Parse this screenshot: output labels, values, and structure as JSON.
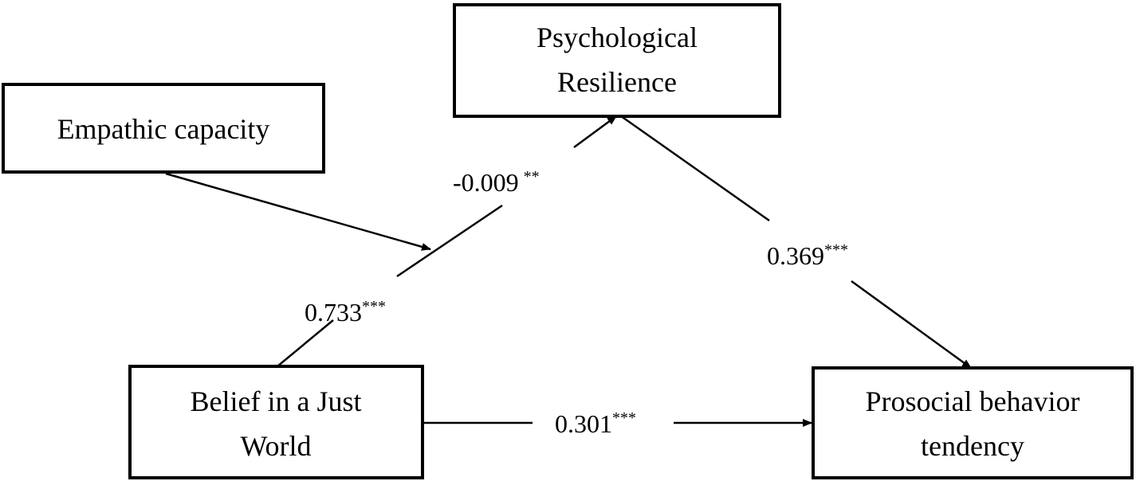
{
  "nodes": {
    "empathic": {
      "lines": [
        "Empathic capacity"
      ]
    },
    "resilience": {
      "lines": [
        "Psychological",
        "Resilience"
      ]
    },
    "belief": {
      "lines": [
        "Belief in a Just",
        "World"
      ]
    },
    "prosocial": {
      "lines": [
        "Prosocial behavior",
        "tendency"
      ]
    }
  },
  "paths": {
    "moderation": {
      "value": "-0.009",
      "sig": "**"
    },
    "belief_to_resilience": {
      "value": "0.733",
      "sig": "***"
    },
    "resilience_to_prosocial": {
      "value": "0.369",
      "sig": "***"
    },
    "belief_to_prosocial": {
      "value": "0.301",
      "sig": "***"
    }
  },
  "colors": {
    "stroke": "#000000",
    "background": "#ffffff"
  }
}
